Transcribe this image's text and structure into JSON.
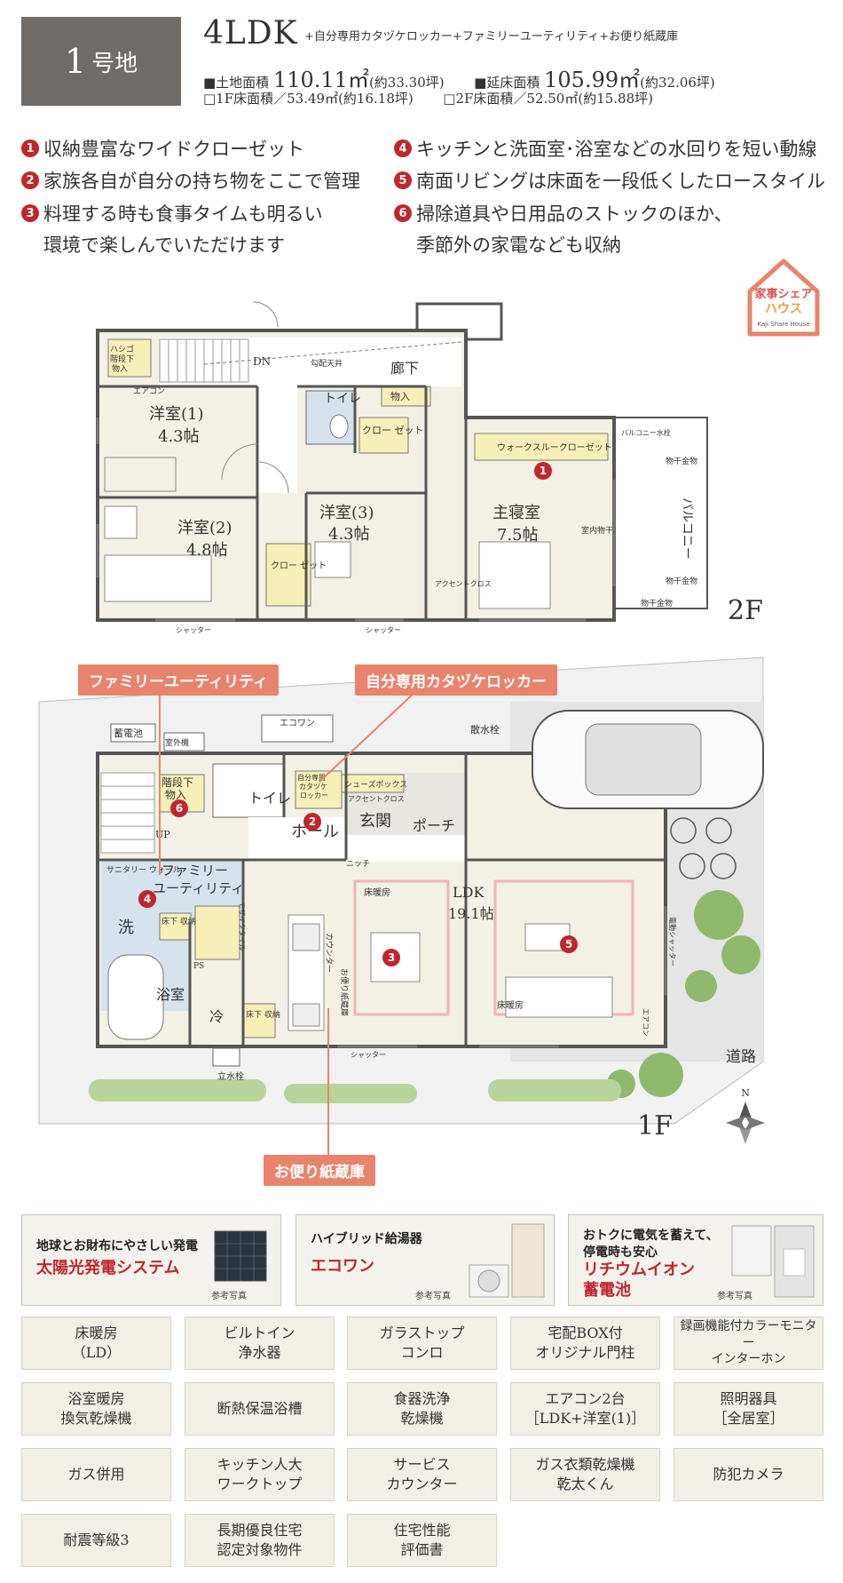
{
  "header": {
    "lot_number": "1",
    "lot_suffix": "号地",
    "layout_type": "4LDK",
    "layout_extras": "+自分専用カタヅケロッカー+ファミリーユーティリティ+お便り紙蔵庫",
    "land_area_label": "■土地面積",
    "land_area_value": "110.11㎡",
    "land_area_tsubo": "(約33.30坪)",
    "floor_area_label": "■延床面積",
    "floor_area_value": "105.99㎡",
    "floor_area_tsubo": "(約32.06坪)",
    "floor1_area": "□1F床面積／53.49㎡(約16.18坪)",
    "floor2_area": "□2F床面積／52.50㎡(約15.88坪)"
  },
  "features": [
    {
      "num": "1",
      "text": "収納豊富なワイドクローゼット"
    },
    {
      "num": "2",
      "text": "家族各自が自分の持ち物をここで管理"
    },
    {
      "num": "3",
      "text": "料理する時も食事タイムも明るい",
      "cont": "環境で楽しんでいただけます"
    },
    {
      "num": "4",
      "text": "キッチンと洗面室･浴室などの水回りを短い動線"
    },
    {
      "num": "5",
      "text": "南面リビングは床面を一段低くしたロースタイル"
    },
    {
      "num": "6",
      "text": "掃除道具や日用品のストックのほか、",
      "cont": "季節外の家電なども収納"
    }
  ],
  "logo": {
    "line1": "家事シェア",
    "line2": "ハウス",
    "line3": "Kaji Share House"
  },
  "plan2f": {
    "floor": "2F",
    "rooms": {
      "hall": "廊下",
      "room1": "洋室(1)",
      "room1_size": "4.3帖",
      "room2": "洋室(2)",
      "room2_size": "4.8帖",
      "room3": "洋室(3)",
      "room3_size": "4.3帖",
      "master": "主寝室",
      "master_size": "7.5帖",
      "toilet": "トイレ",
      "closet": "クロー ゼット",
      "closet_wide": "ウォークスルークローゼット",
      "storage": "物入",
      "attic": "ハシゴ 階段下 物入",
      "balcony": "バルコニー"
    },
    "labels": {
      "dn": "DN",
      "fukinuke": "勾配天井",
      "aircon": "エアコン",
      "shutter": "シャッター",
      "accent": "アクセントクロス",
      "indoor_dry": "室内物干",
      "faucet": "バルコニー水栓",
      "dryer_hw": "物干金物"
    }
  },
  "plan1f": {
    "floor": "1F",
    "rooms": {
      "hall": "ホール",
      "entrance": "玄関",
      "porch": "ポーチ",
      "toilet": "トイレ",
      "family": "ファミリー ユーティリティ",
      "wash": "洗",
      "bath": "浴室",
      "ldk": "LDK",
      "ldk_size": "19.1帖",
      "fridge": "冷",
      "under_stairs": "階段下 物入"
    },
    "labels": {
      "ecoone": "エコワン",
      "battery": "蓄電池",
      "outdoor_unit": "室外機",
      "water_tap": "散水栓",
      "drain": "立水栓",
      "shoes": "シューズボックス",
      "locker": "自分専用 カタヅケ ロッカー",
      "accent": "アクセントクロス",
      "niche": "ニッチ",
      "floor_heat": "床暖房",
      "counter": "カウンター",
      "letter": "お便り紙蔵庫",
      "under_floor": "床下 収納",
      "shutter": "シャッター",
      "e_shutter": "電動シャッター",
      "aircon": "エアコン",
      "road": "道路",
      "north": "N",
      "up": "UP",
      "sanitary": "サニタリー ウォール",
      "ps": "PS",
      "mosaic": "モザイクタイル",
      "service": "サービスカウンター"
    },
    "callouts": {
      "family_utility": "ファミリーユーティリティ",
      "locker": "自分専用カタヅケロッカー",
      "letter": "お便り紙蔵庫"
    }
  },
  "equipment_featured": [
    {
      "sub": "地球とお財布にやさしい発電",
      "main": "太陽光発電システム",
      "ref": "参考写真"
    },
    {
      "sub": "ハイブリッド給湯器",
      "main": "エコワン",
      "ref": "参考写真"
    },
    {
      "sub": "おトクに電気を蓄えて、\n停電時も安心",
      "main": "リチウムイオン\n蓄電池",
      "ref": "参考写真"
    }
  ],
  "equipment": [
    "床暖房\n（LD）",
    "ビルトイン\n浄水器",
    "ガラストップ\nコンロ",
    "宅配BOX付\nオリジナル門柱",
    "録画機能付カラーモニター\nインターホン",
    "浴室暖房\n換気乾燥機",
    "断熱保温浴槽",
    "食器洗浄\n乾燥機",
    "エアコン2台\n［LDK+洋室(1)］",
    "照明器具\n［全居室］",
    "ガス併用",
    "キッチン人大\nワークトップ",
    "サービス\nカウンター",
    "ガス衣類乾燥機\n乾太くん",
    "防犯カメラ",
    "耐震等級3",
    "長期優良住宅\n認定対象物件",
    "住宅性能\n評価書"
  ]
}
